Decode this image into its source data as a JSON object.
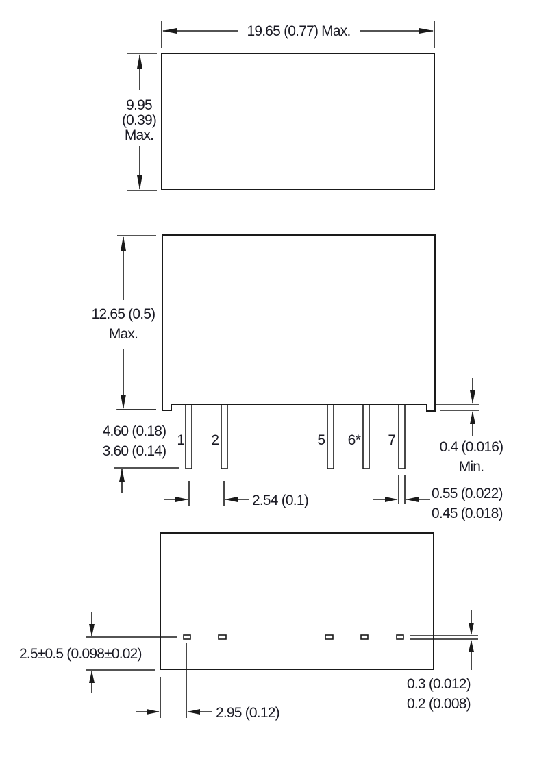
{
  "drawing": {
    "title": "Package outline dimensions",
    "top_view": {
      "width_label": "19.65 (0.77) Max.",
      "height_label_lines": [
        "9.95",
        "(0.39)",
        "Max."
      ]
    },
    "side_view": {
      "height_label_lines": [
        "12.65 (0.5)",
        "Max."
      ],
      "pin_length_label_lines": [
        "4.60 (0.18)",
        "3.60 (0.14)"
      ],
      "standoff_label_lines": [
        "0.4 (0.016)",
        "Min."
      ],
      "pin_pitch_label": "2.54 (0.1)",
      "pin_width_label_lines": [
        "0.55 (0.022)",
        "0.45 (0.018)"
      ],
      "pins": [
        {
          "label": "1"
        },
        {
          "label": "2"
        },
        {
          "label": "5"
        },
        {
          "label": "6*"
        },
        {
          "label": "7"
        }
      ]
    },
    "bottom_view": {
      "pin_row_offset_label": "2.5±0.5 (0.098±0.02)",
      "first_pin_offset_label": "2.95 (0.12)",
      "pin_thickness_label_lines": [
        "0.3 (0.012)",
        "0.2 (0.008)"
      ]
    },
    "colors": {
      "line": "#1a1a1a",
      "text": "#1a1a24",
      "background": "#ffffff"
    }
  }
}
